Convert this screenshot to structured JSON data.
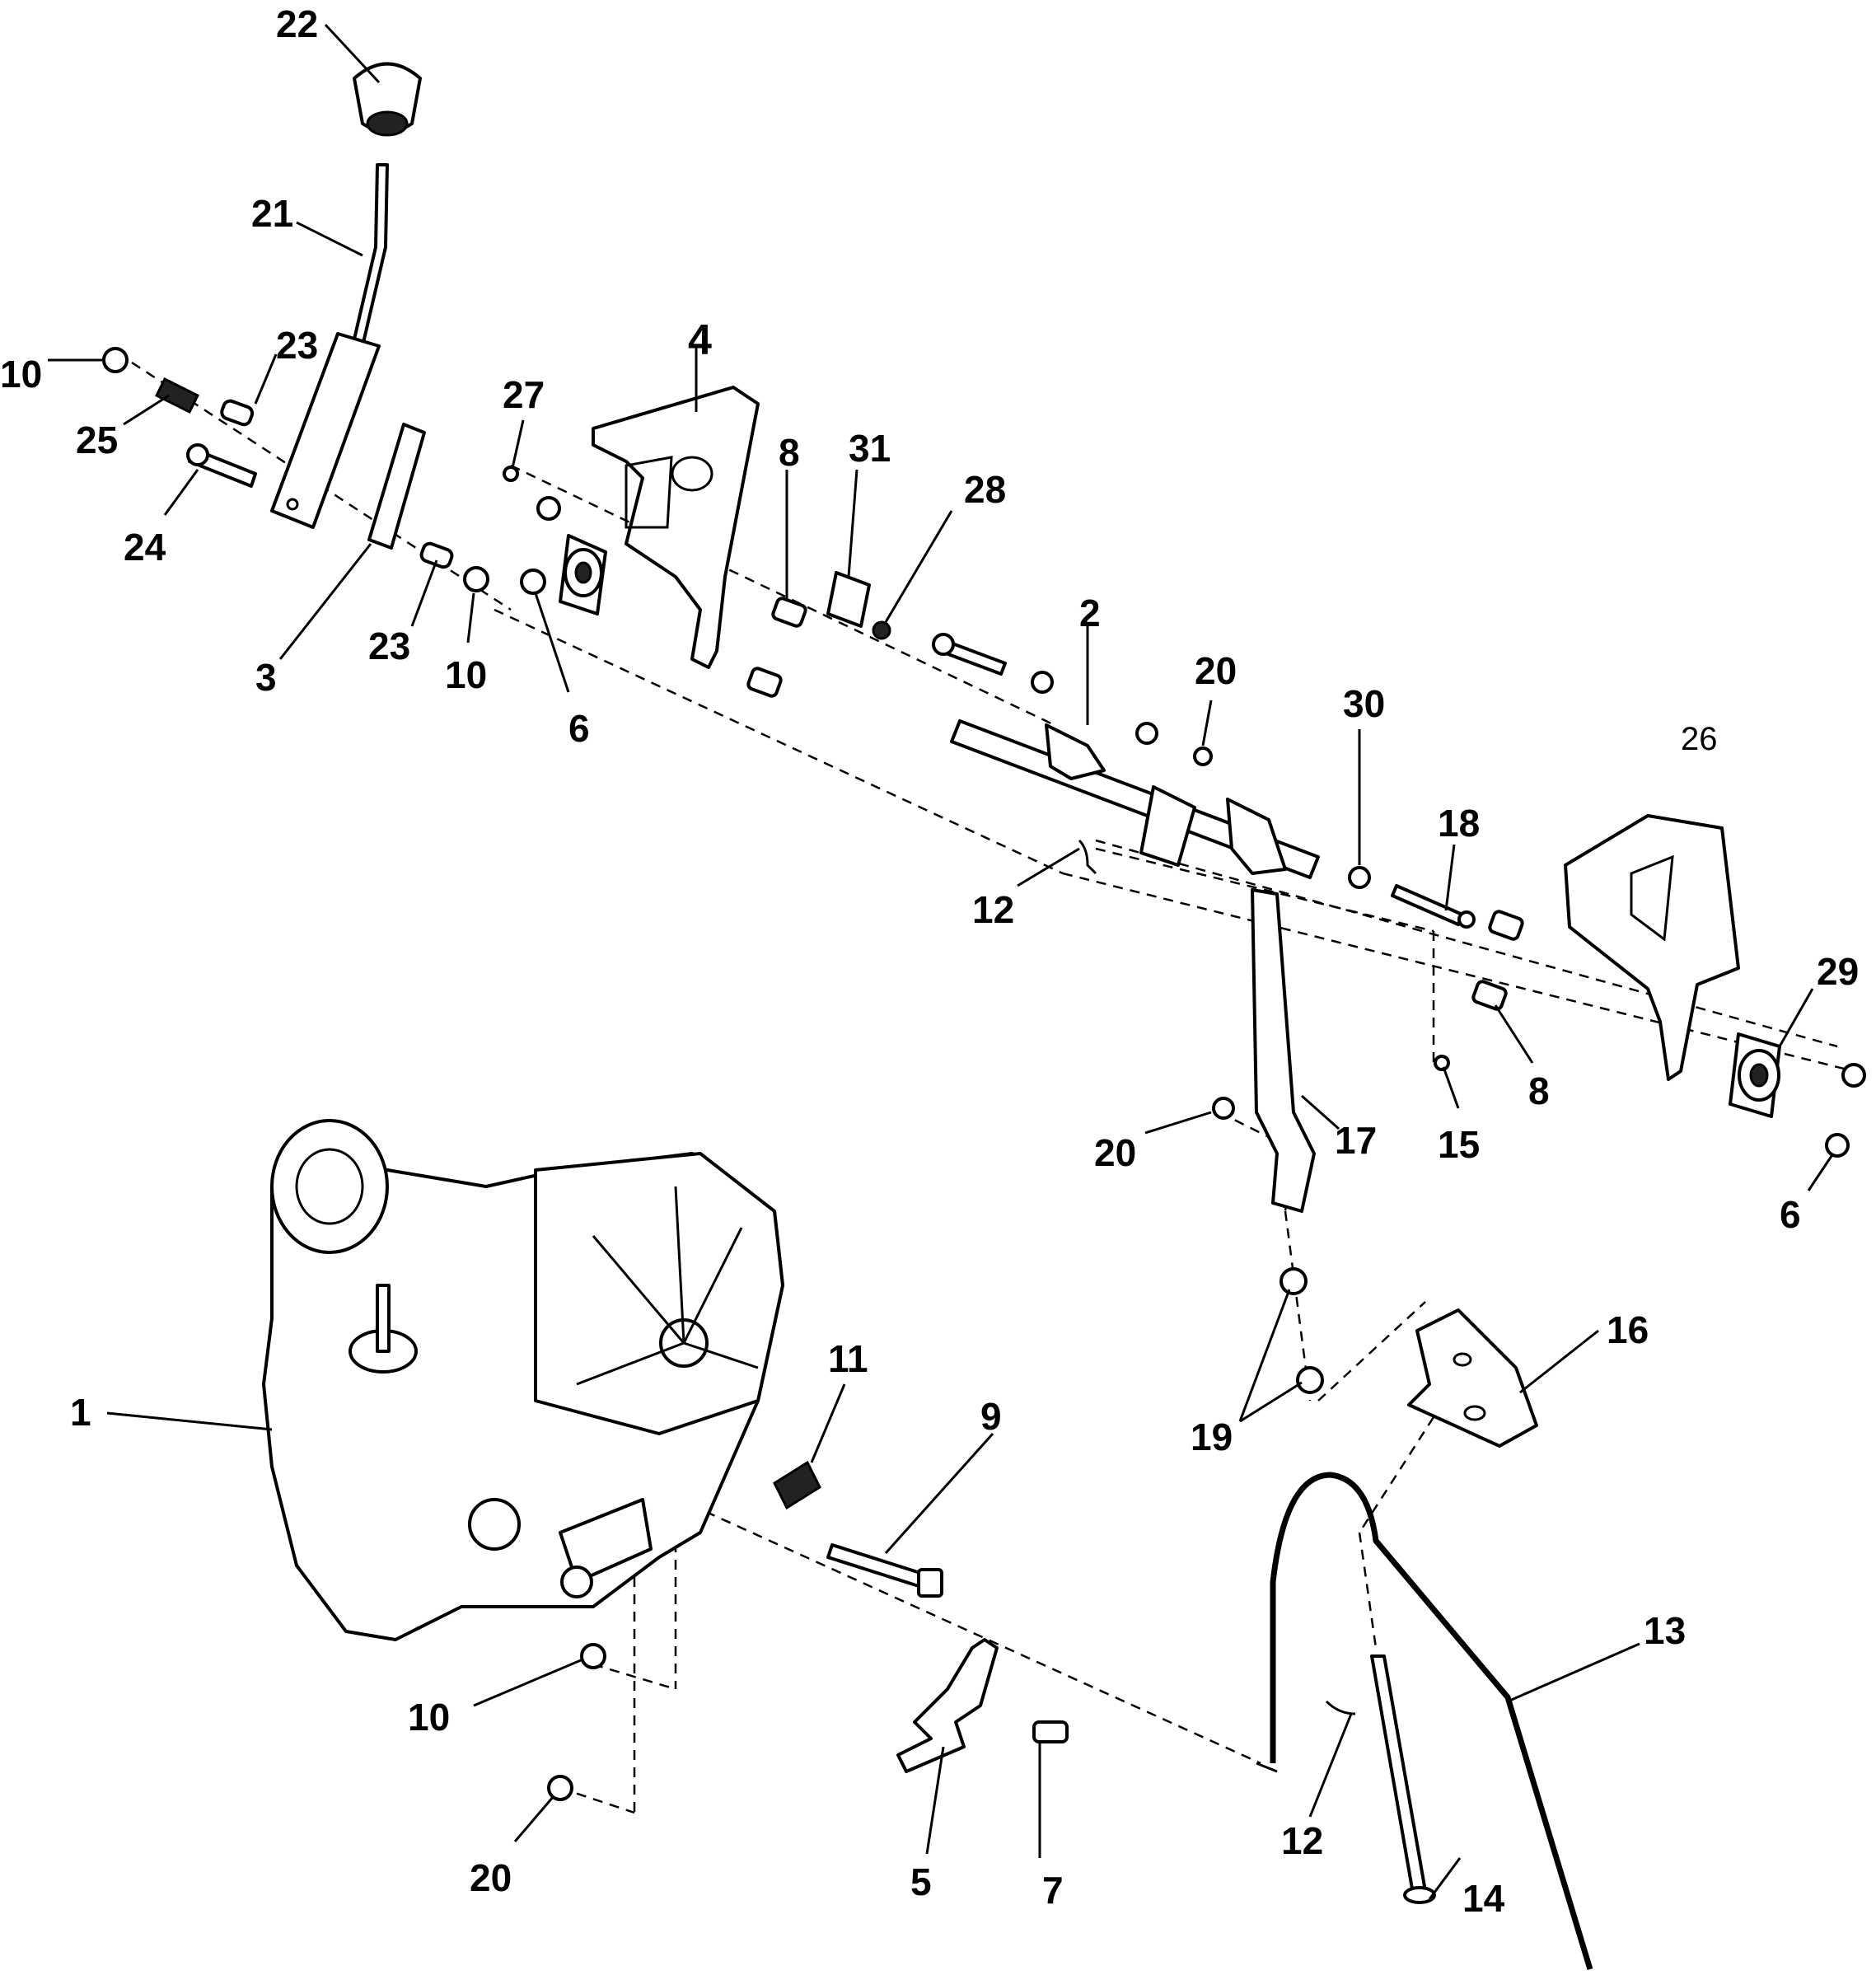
{
  "diagram": {
    "callouts": [
      "22",
      "21",
      "10",
      "23",
      "25",
      "24",
      "3",
      "23",
      "10",
      "27",
      "4",
      "6",
      "8",
      "31",
      "28",
      "2",
      "20",
      "30",
      "18",
      "26",
      "12",
      "29",
      "8",
      "15",
      "17",
      "20",
      "6",
      "16",
      "11",
      "9",
      "19",
      "1",
      "13",
      "10",
      "20",
      "5",
      "7",
      "12",
      "14"
    ]
  }
}
